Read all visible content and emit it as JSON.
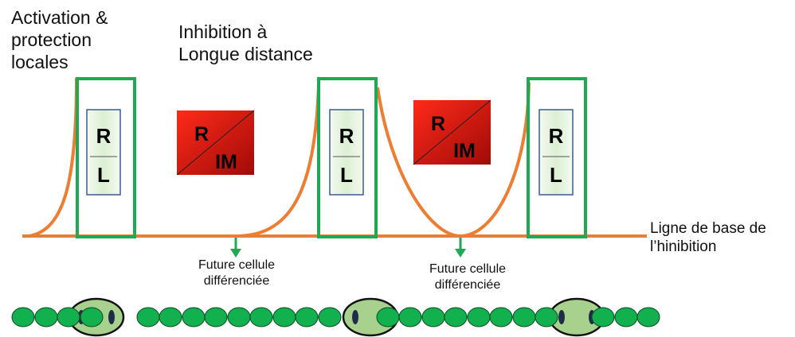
{
  "labels": {
    "local": "Activation &\nprotection\nlocales",
    "long_distance": "Inhibition à\nLongue distance",
    "baseline": "Ligne de base de\nl’hinibition",
    "future_cell": "Future cellule\ndifférenciée"
  },
  "boxes": {
    "receptor": "R",
    "ligand": "L",
    "inhibitor_r": "R",
    "inhibitor_im": "IM"
  },
  "colors": {
    "curve": "#ED7D31",
    "frame": "#1EAA55",
    "arrow": "#1EAA55",
    "rl_fill": "#DDEFD6",
    "rl_border": "#3B5B94",
    "inhibitor_red": "#E2120F",
    "inhibitor_dark": "#9E0A08",
    "small_cell": "#12B04E",
    "big_cell": "#A9D18E"
  }
}
